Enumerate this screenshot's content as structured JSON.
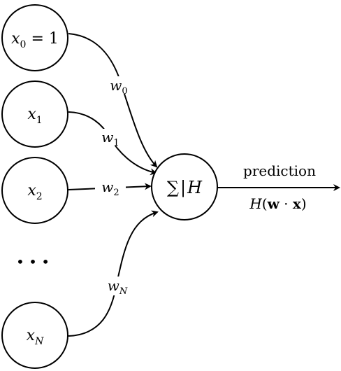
{
  "inputs": [
    {
      "symbol": "x",
      "subscript": "0",
      "suffix": " = 1"
    },
    {
      "symbol": "x",
      "subscript": "1",
      "suffix": ""
    },
    {
      "symbol": "x",
      "subscript": "2",
      "suffix": ""
    },
    {
      "symbol": "x",
      "subscript": "N",
      "suffix": ""
    }
  ],
  "ellipsis": "• • •",
  "weights": [
    {
      "symbol": "w",
      "subscript": "0"
    },
    {
      "symbol": "w",
      "subscript": "1"
    },
    {
      "symbol": "w",
      "subscript": "2"
    },
    {
      "symbol": "w",
      "subscript": "N"
    }
  ],
  "node": {
    "sum": "∑",
    "separator": "|",
    "function": "H"
  },
  "output": {
    "label": "prediction",
    "formula_func": "H",
    "formula_open": "(",
    "formula_w": "w",
    "formula_dot": " · ",
    "formula_x": "x",
    "formula_close": ")"
  }
}
